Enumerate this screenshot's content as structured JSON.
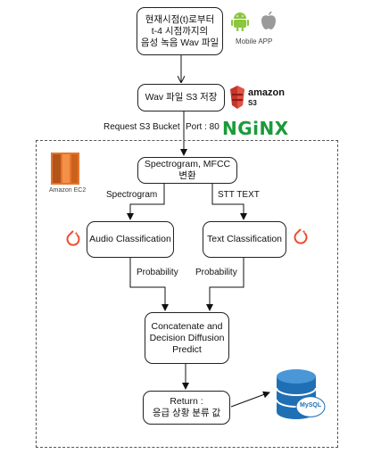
{
  "nodes": {
    "record_line1": "현재시점(t)로부터",
    "record_line2": "t-4 시점까지의",
    "record_line3": "음성 녹음 Wav 파일",
    "s3_store": "Wav 파일 S3 저장",
    "feature_line1": "Spectrogram, MFCC",
    "feature_line2": "변환",
    "audio_clf": "Audio Classification",
    "text_clf": "Text Classification",
    "concat_line1": "Concatenate and",
    "concat_line2": "Decision Diffusion",
    "concat_line3": "Predict",
    "return_line1": "Return :",
    "return_line2": "응급 상황 분류 값"
  },
  "edges": {
    "request": "Request S3 Bucket",
    "port": "Port : 80",
    "spectrogram": "Spectrogram",
    "stt": "STT TEXT",
    "prob_left": "Probability",
    "prob_right": "Probability"
  },
  "logos": {
    "mobile_app": "Mobile APP",
    "amazon": "amazon",
    "s3": "S3",
    "nginx": "NGiNX",
    "ec2": "Amazon EC2",
    "mysql": "MySQL"
  },
  "colors": {
    "android": "#8dc63f",
    "apple": "#9a9a9a",
    "aws_s3": "#c7352a",
    "ec2": "#e8742a",
    "pytorch": "#ee4c2c",
    "nginx": "#1a9b3a",
    "mysql": "#1f6fb5"
  }
}
